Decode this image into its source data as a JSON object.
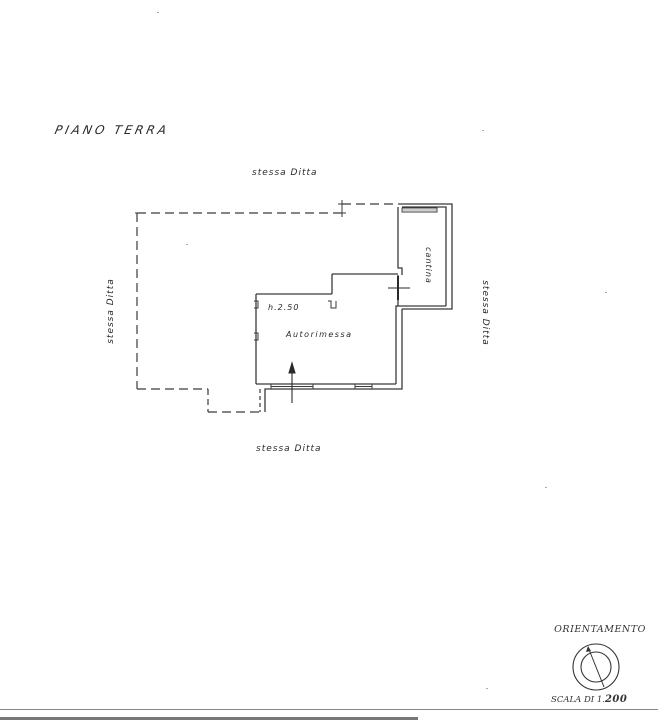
{
  "drawing": {
    "title": "PIANO TERRA",
    "neighbor_labels": {
      "top": "stessa Ditta",
      "bottom": "stessa Ditta",
      "left": "stessa Ditta",
      "right": "stessa Ditta"
    },
    "rooms": {
      "garage": "Autorimessa",
      "garage_height": "h.2.50",
      "cellar": "cantina"
    }
  },
  "legend": {
    "orientation_label": "ORIENTAMENTO",
    "scale_prefix": "SCALA DI 1.",
    "scale_value": "200"
  },
  "colors": {
    "ink": "#3a3a3a",
    "paper": "#ffffff"
  }
}
